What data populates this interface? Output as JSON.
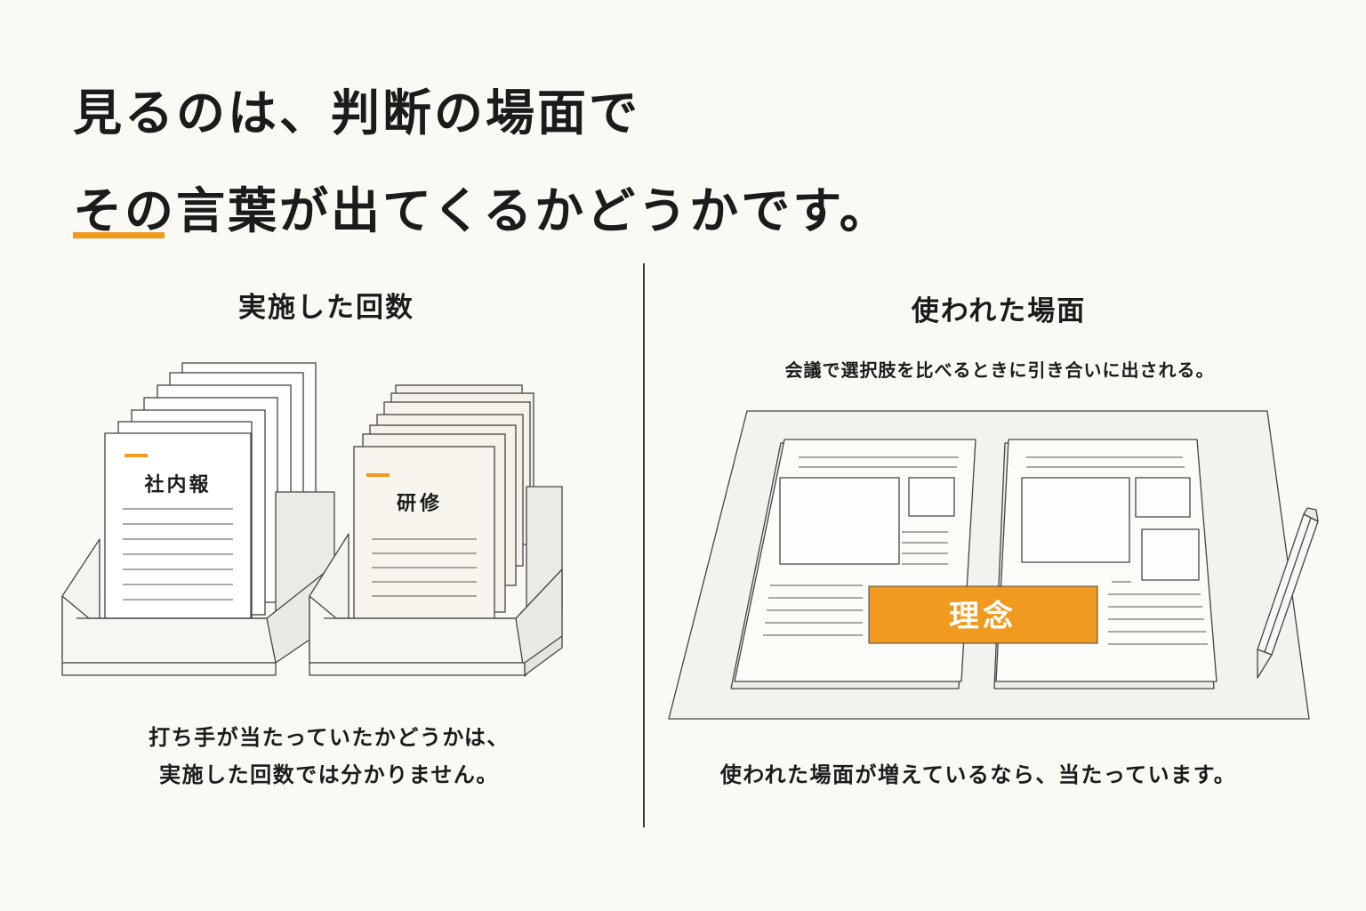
{
  "headline": {
    "line1": "見るのは、判断の場面で",
    "line2": "その言葉が出てくるかどうかです。"
  },
  "left": {
    "title": "実施した回数",
    "tray_labels": [
      "社内報",
      "研修"
    ],
    "caption_line1": "打ち手が当たっていたかどうかは、",
    "caption_line2": "実施した回数では分かりません。"
  },
  "right": {
    "title": "使われた場面",
    "subtitle": "会議で選択肢を比べるときに引き合いに出される。",
    "highlight_word": "理念",
    "caption": "使われた場面が増えているなら、当たっています。"
  },
  "colors": {
    "accent": "#f09a1f",
    "background": "#fbf9f4",
    "ink": "#1b1b1b",
    "line": "#444444"
  },
  "icons": [
    "document-stack-icon",
    "tray-icon",
    "open-binder-icon",
    "pencil-icon"
  ]
}
